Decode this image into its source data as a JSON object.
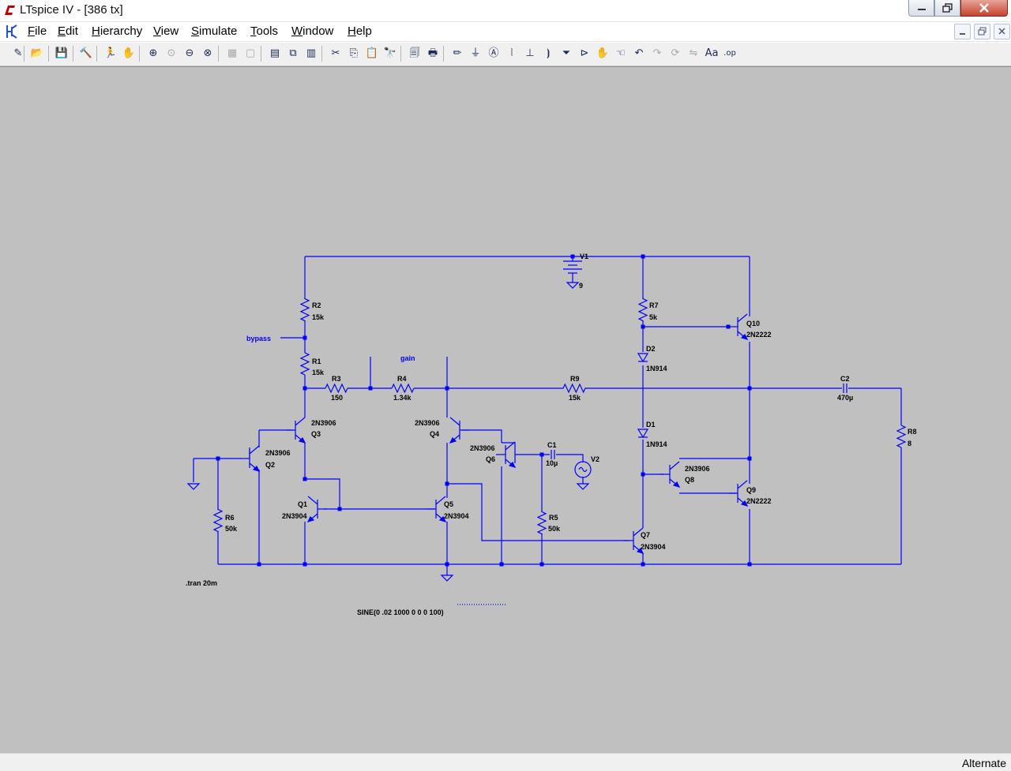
{
  "window": {
    "title": "LTspice IV - [386 tx]"
  },
  "menu": [
    {
      "label": "File",
      "key": "F",
      "rest": "ile"
    },
    {
      "label": "Edit",
      "key": "E",
      "rest": "dit"
    },
    {
      "label": "Hierarchy",
      "key": "H",
      "rest": "ierarchy"
    },
    {
      "label": "View",
      "key": "V",
      "rest": "iew"
    },
    {
      "label": "Simulate",
      "key": "S",
      "rest": "imulate"
    },
    {
      "label": "Tools",
      "key": "T",
      "rest": "ools"
    },
    {
      "label": "Window",
      "key": "W",
      "rest": "indow"
    },
    {
      "label": "Help",
      "key": "H",
      "rest": "elp"
    }
  ],
  "toolbar_icons": [
    "new-schematic-icon",
    "open-icon",
    "save-icon",
    "control-panel-icon",
    "run-icon",
    "halt-icon",
    "zoom-in-icon",
    "zoom-pan-icon",
    "zoom-out-icon",
    "zoom-fit-icon",
    "autoscale-icon",
    "zoom-reset-icon",
    "tile-horizontal-icon",
    "cascade-icon",
    "tile-vertical-icon",
    "cut-icon",
    "copy-icon",
    "paste-icon",
    "find-icon",
    "print-preview-icon",
    "print-icon",
    "wire-icon",
    "ground-icon",
    "label-net-icon",
    "resistor-icon",
    "capacitor-icon",
    "inductor-icon",
    "diode-icon",
    "component-icon",
    "move-icon",
    "drag-icon",
    "undo-icon",
    "redo-icon",
    "rotate-icon",
    "mirror-icon",
    "text-icon",
    "spice-directive-icon"
  ],
  "colors": {
    "wire": "#0000ff",
    "canvas": "#c0c0c0",
    "text": "#000000",
    "label": "#0000ff"
  },
  "schematic": {
    "net_labels": {
      "bypass": "bypass",
      "gain": "gain"
    },
    "components": {
      "V1": {
        "ref": "V1",
        "value": "9"
      },
      "V2": {
        "ref": "V2"
      },
      "R1": {
        "ref": "R1",
        "value": "15k"
      },
      "R2": {
        "ref": "R2",
        "value": "15k"
      },
      "R3": {
        "ref": "R3",
        "value": "150"
      },
      "R4": {
        "ref": "R4",
        "value": "1.34k"
      },
      "R5": {
        "ref": "R5",
        "value": "50k"
      },
      "R6": {
        "ref": "R6",
        "value": "50k"
      },
      "R7": {
        "ref": "R7",
        "value": "5k"
      },
      "R8": {
        "ref": "R8",
        "value": "8"
      },
      "R9": {
        "ref": "R9",
        "value": "15k"
      },
      "C1": {
        "ref": "C1",
        "value": "10µ"
      },
      "C2": {
        "ref": "C2",
        "value": "470µ"
      },
      "D1": {
        "ref": "D1",
        "value": "1N914"
      },
      "D2": {
        "ref": "D2",
        "value": "1N914"
      },
      "Q1": {
        "ref": "Q1",
        "value": "2N3904"
      },
      "Q2": {
        "ref": "Q2",
        "value": "2N3906"
      },
      "Q3": {
        "ref": "Q3",
        "value": "2N3906"
      },
      "Q4": {
        "ref": "Q4",
        "value": "2N3906"
      },
      "Q5": {
        "ref": "Q5",
        "value": "2N3904"
      },
      "Q6": {
        "ref": "Q6",
        "value": "2N3906"
      },
      "Q7": {
        "ref": "Q7",
        "value": "2N3904"
      },
      "Q8": {
        "ref": "Q8",
        "value": "2N3906"
      },
      "Q9": {
        "ref": "Q9",
        "value": "2N2222"
      },
      "Q10": {
        "ref": "Q10",
        "value": "2N2222"
      }
    },
    "directives": {
      "tran": ".tran 20m"
    },
    "source_spec": "SINE(0 .02 1000 0 0 0 100)"
  },
  "status": {
    "mode": "Alternate"
  }
}
